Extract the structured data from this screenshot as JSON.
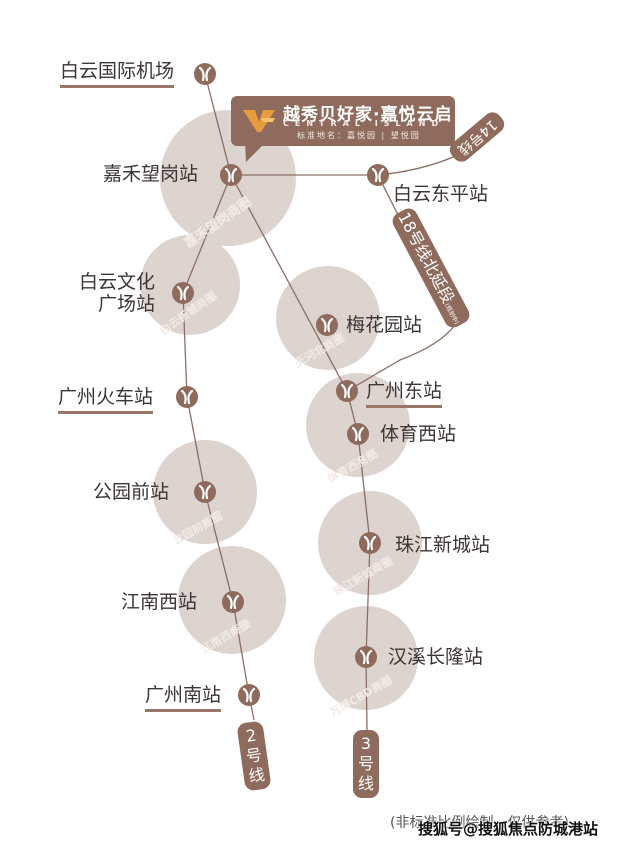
{
  "banner": {
    "title": "越秀贝好家·嘉悦云启",
    "subtitle": "CENTRAL ISLAND",
    "place_name": "标准地名：嘉悦园 | 望悦园"
  },
  "stations": {
    "baiyun_airport": "白云国际机场",
    "jiahe_wanggang": "嘉禾望岗站",
    "baiyun_dongping": "白云东平站",
    "baiyun_wenhua": "白云文化\n广场站",
    "baiyun_wenhua_l1": "白云文化",
    "baiyun_wenhua_l2": "广场站",
    "meihuayuan": "梅花园站",
    "guangzhou_railway": "广州火车站",
    "guangzhou_east": "广州东站",
    "tiyu_xi": "体育西站",
    "gongyuanqian": "公园前站",
    "zhujiang_xincheng": "珠江新城站",
    "jiangnan_xi": "江南西站",
    "hanxi_changlong": "汉溪长隆站",
    "guangzhou_south": "广州南站"
  },
  "business_districts": {
    "jiahe": "嘉禾望岗商圈",
    "baiyun_xincheng": "白云新城商圈",
    "tianhe_bei": "天河北商圈",
    "tiyu_xi": "体育西商圈",
    "gongyuanqian": "公园前商圈",
    "zhujiang": "珠江新城商圈",
    "jiangnan_xi": "江南西商圈",
    "wanbo": "万博CBD商圈"
  },
  "lines": {
    "line14": "14号线",
    "line18": "18号线北延段",
    "line18_note": "(规划中)",
    "line2_num": "2",
    "line2_a": "号",
    "line2_b": "线",
    "line3_num": "3",
    "line3_a": "号",
    "line3_b": "线"
  },
  "colors": {
    "brand_brown": "#8f6b5d",
    "district_circle": "#ddd3cf",
    "label_underline": "#9b7668"
  },
  "footer": {
    "note": "(非标准比例绘制，仅供参考)",
    "watermark": "搜狐号@搜狐焦点防城港站"
  }
}
